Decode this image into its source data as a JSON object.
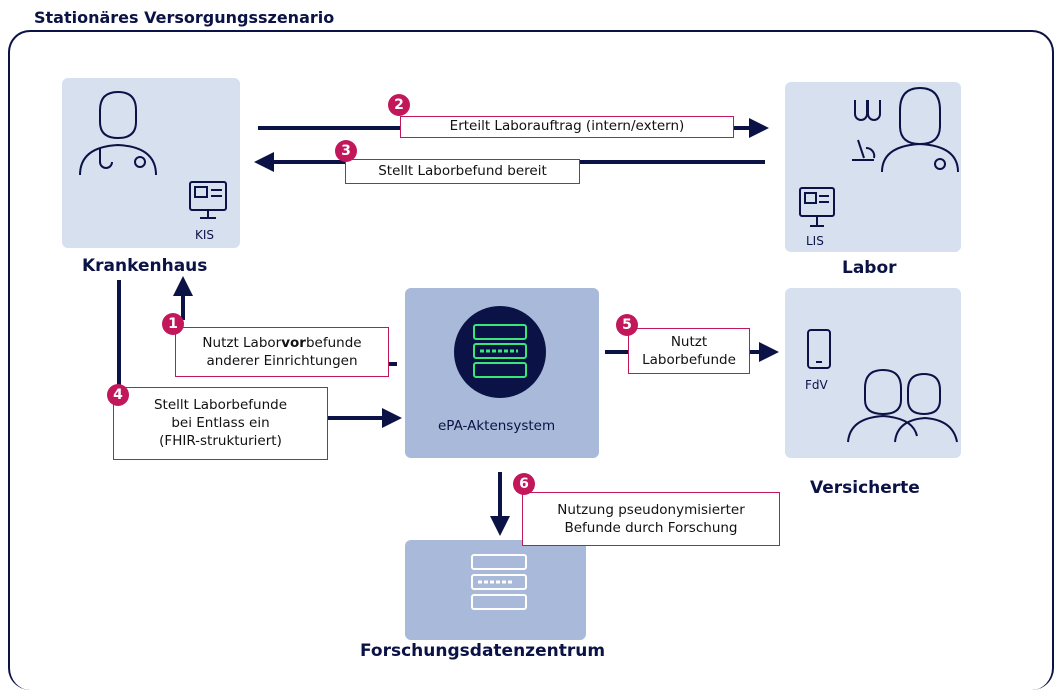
{
  "title": "Stationäres Versorgungsszenario",
  "nodes": {
    "krankenhaus": "Krankenhaus",
    "labor": "Labor",
    "versicherte": "Versicherte",
    "forschung": "Forschungsdatenzentrum",
    "epa": "ePA-Aktensystem",
    "kis": "KIS",
    "lis": "LIS",
    "fdv": "FdV"
  },
  "steps": {
    "s1": {
      "num": "1",
      "text_a": "Nutzt Labor",
      "text_bold": "vor",
      "text_b": "befunde",
      "text_line2": "anderer Einrichtungen"
    },
    "s2": {
      "num": "2",
      "text": "Erteilt Laborauftrag (intern/extern)"
    },
    "s3": {
      "num": "3",
      "text": "Stellt Laborbefund bereit"
    },
    "s4": {
      "num": "4",
      "line1": "Stellt Laborbefunde",
      "line2": "bei Entlass ein",
      "line3": "(FHIR-strukturiert)"
    },
    "s5": {
      "num": "5",
      "line1": "Nutzt",
      "line2": "Laborbefunde"
    },
    "s6": {
      "num": "6",
      "line1": "Nutzung pseudonymisierter",
      "line2": "Befunde durch Forschung"
    }
  },
  "colors": {
    "navy": "#0b1246",
    "accent": "#c2185b",
    "box": "#d6e0ef",
    "box_dark": "#a9b9d9",
    "server_green": "#39e67a"
  },
  "icons": [
    "doctor-icon",
    "computer-icon",
    "lab-flask-icon",
    "microscope-icon",
    "smartphone-icon",
    "persons-icon",
    "server-icon"
  ]
}
